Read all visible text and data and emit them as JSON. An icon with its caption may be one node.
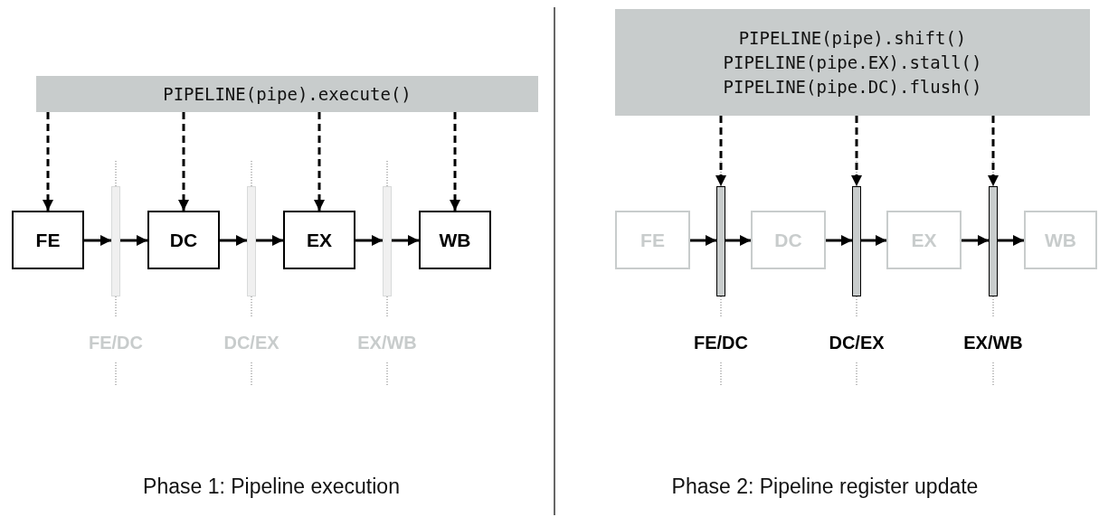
{
  "diagram": {
    "nodes": [
      {
        "text": [
          "PIPELINE(pipe).execute()"
        ]
      },
      {
        "text": [
          "FE"
        ]
      },
      {
        "text": [],
        "shape": "bar",
        "beside": [
          "FE/DC"
        ]
      },
      {
        "text": [
          "DC"
        ]
      },
      {
        "text": [],
        "shape": "bar",
        "beside": [
          "DC/EX"
        ]
      },
      {
        "text": [
          "EX"
        ]
      },
      {
        "text": [],
        "shape": "bar",
        "beside": [
          "EX/WB"
        ]
      },
      {
        "text": [
          "WB"
        ]
      },
      {
        "text": [
          "PIPELINE(pipe).shift()",
          "PIPELINE(pipe.EX).stall()",
          "PIPELINE(pipe.DC).flush()"
        ]
      },
      {
        "text": [
          "FE"
        ]
      },
      {
        "text": [],
        "shape": "bar",
        "beside": [
          "FE/DC"
        ]
      },
      {
        "text": [
          "DC"
        ]
      },
      {
        "text": [],
        "shape": "bar",
        "beside": [
          "DC/EX"
        ]
      },
      {
        "text": [
          "EX"
        ]
      },
      {
        "text": [],
        "shape": "bar",
        "beside": [
          "EX/WB"
        ]
      },
      {
        "text": [
          "WB"
        ]
      }
    ],
    "edges": [
      {
        "from": 0,
        "to": 1,
        "arrow": "to",
        "style": "dashed"
      },
      {
        "from": 0,
        "to": 3,
        "arrow": "to",
        "style": "dashed"
      },
      {
        "from": 0,
        "to": 5,
        "arrow": "to",
        "style": "dashed"
      },
      {
        "from": 0,
        "to": 7,
        "arrow": "to",
        "style": "dashed"
      },
      {
        "from": 1,
        "to": 2,
        "arrow": "to"
      },
      {
        "from": 2,
        "to": 3,
        "arrow": "to"
      },
      {
        "from": 3,
        "to": 4,
        "arrow": "to"
      },
      {
        "from": 4,
        "to": 5,
        "arrow": "to"
      },
      {
        "from": 5,
        "to": 6,
        "arrow": "to"
      },
      {
        "from": 6,
        "to": 7,
        "arrow": "to"
      },
      {
        "from": 8,
        "to": 10,
        "arrow": "to",
        "style": "dashed"
      },
      {
        "from": 8,
        "to": 12,
        "arrow": "to",
        "style": "dashed"
      },
      {
        "from": 8,
        "to": 14,
        "arrow": "to",
        "style": "dashed"
      },
      {
        "from": 9,
        "to": 10,
        "arrow": "to"
      },
      {
        "from": 10,
        "to": 11,
        "arrow": "to"
      },
      {
        "from": 11,
        "to": 12,
        "arrow": "to"
      },
      {
        "from": 12,
        "to": 13,
        "arrow": "to"
      },
      {
        "from": 13,
        "to": 14,
        "arrow": "to"
      },
      {
        "from": 14,
        "to": 15,
        "arrow": "to"
      }
    ],
    "labels": [
      "Phase 1: Pipeline execution",
      "Phase 2: Pipeline register update"
    ]
  }
}
